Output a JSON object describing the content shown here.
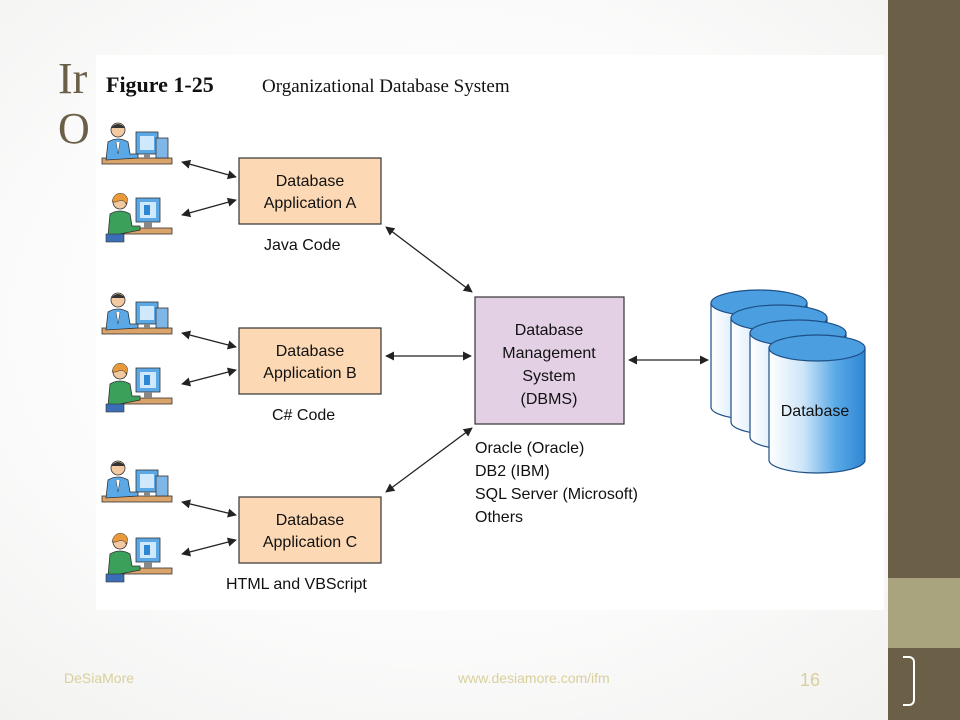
{
  "slide": {
    "title_line1": "Ir",
    "title_line2": "O",
    "footer_left": "DeSiaMore",
    "footer_url": "www.desiamore.com/ifm",
    "page_number": "16"
  },
  "figure": {
    "number": "Figure 1-25",
    "caption": "Organizational Database System",
    "applications": [
      {
        "line1": "Database",
        "line2": "Application A",
        "code": "Java Code"
      },
      {
        "line1": "Database",
        "line2": "Application B",
        "code": "C# Code"
      },
      {
        "line1": "Database",
        "line2": "Application C",
        "code": "HTML and VBScript"
      }
    ],
    "dbms": {
      "lines": [
        "Database",
        "Management",
        "System",
        "(DBMS)"
      ]
    },
    "dbms_products": [
      "Oracle (Oracle)",
      "DB2 (IBM)",
      "SQL Server (Microsoft)",
      "Others"
    ],
    "database_label": "Database"
  },
  "colors": {
    "app_box": "#fcd9b4",
    "dbms_box": "#e3d0e5",
    "cylinder": "#4b9fe0",
    "band_dark": "#6b5f48",
    "band_light": "#a9a47d"
  }
}
